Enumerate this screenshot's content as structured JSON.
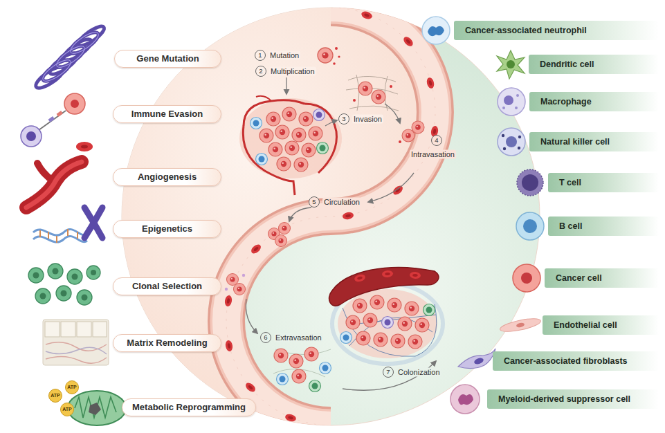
{
  "diagram": {
    "nodes": [
      {
        "text": [
          "Gene Mutation"
        ]
      },
      {
        "text": [
          "Immune Evasion"
        ]
      },
      {
        "text": [
          "Angiogenesis"
        ]
      },
      {
        "text": [
          "Epigenetics"
        ]
      },
      {
        "text": [
          "Clonal Selection"
        ]
      },
      {
        "text": [
          "Matrix Remodeling"
        ]
      },
      {
        "text": [
          "Metabolic Reprogramming"
        ]
      }
    ],
    "labels": [
      "1",
      "Mutation",
      "2",
      "Multiplication",
      "3",
      "Invasion",
      "4",
      "Intravasation",
      "5",
      "Circulation",
      "6",
      "Extravasation",
      "7",
      "Colonization",
      "ATP",
      "ATP",
      "ATP"
    ],
    "legend": [
      {
        "text": "Cancer-associated neutrophil"
      },
      {
        "text": "Dendritic cell"
      },
      {
        "text": "Macrophage"
      },
      {
        "text": "Natural killer cell"
      },
      {
        "text": "T cell"
      },
      {
        "text": "B cell"
      },
      {
        "text": "Cancer cell"
      },
      {
        "text": "Endothelial cell"
      },
      {
        "text": "Cancer-associated fibroblasts"
      },
      {
        "text": "Myeloid-derived suppressor cell"
      }
    ]
  }
}
